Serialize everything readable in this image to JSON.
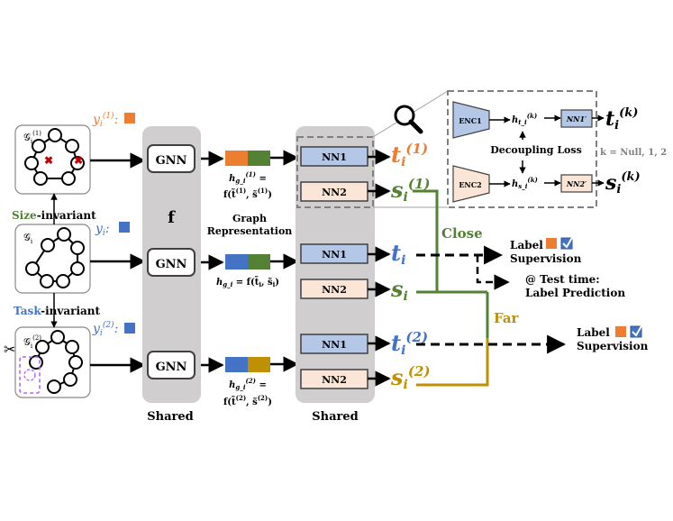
{
  "inputs": {
    "graph1_label": "𝒢",
    "graph1_sub": "i",
    "graph1_sup": "(1)",
    "graph0_label": "𝒢",
    "graph0_sub": "i",
    "graph2_label": "𝒢",
    "graph2_sub": "i",
    "graph2_sup": "(2)",
    "size_invariant_word": "Size",
    "task_invariant_word": "Task",
    "invariant_suffix": "-invariant",
    "y1_label": "y",
    "y1_sub": "i",
    "y1_sup": "(1)",
    "y0_label": "y",
    "y0_sub": "i",
    "y2_label": "y",
    "y2_sub": "i",
    "y2_sup": "(2)",
    "y_colon": ":"
  },
  "encoder": {
    "gnn_label": "GNN",
    "f_label": "f",
    "shared_label": "Shared"
  },
  "representation": {
    "caption_line1": "Graph",
    "caption_line2": "Representation",
    "h1_line1": "h",
    "h1_sub": "g_i",
    "h1_sup": "(1)",
    "h1_eq": "=",
    "h1_line2": "f(t̃",
    "h1_line2_sup_a": "(1)",
    "h1_line2_mid": ", s̃",
    "h1_line2_sup_b": "(1)",
    "h1_line2_end": ")",
    "h0_text": "h",
    "h0_sub": "g_i",
    "h0_eq": " = f(t̃",
    "h0_i": "i",
    "h0_mid": ", s̃",
    "h0_end": ")",
    "h2_line1": "h",
    "h2_sub": "g_i",
    "h2_sup": "(2)",
    "h2_eq": "=",
    "h2_line2": "f(t̃",
    "h2_line2_sup_a": "(2)",
    "h2_line2_mid": ", s̃",
    "h2_line2_sup_b": "(2)",
    "h2_line2_end": ")"
  },
  "heads": {
    "nn1_label": "NN1",
    "nn2_label": "NN2",
    "shared_label": "Shared"
  },
  "outputs": {
    "t": "t",
    "s": "s",
    "sub": "i",
    "sup1": "(1)",
    "sup2": "(2)"
  },
  "decoupling": {
    "enc1": "ENC1",
    "enc2": "ENC2",
    "nn1prime": "NN1′",
    "nn2prime": "NN2′",
    "h_t": "h",
    "h_t_sub": "t_i",
    "h_t_sup": "(k)",
    "h_s": "h",
    "h_s_sub": "s_i",
    "h_s_sup": "(k)",
    "loss_label": "Decoupling Loss",
    "t_out": "t",
    "s_out": "s",
    "out_sub": "i",
    "out_sup": "(k)",
    "k_note": "k = Null, 1, 2"
  },
  "relations": {
    "close": "Close",
    "far": "Far",
    "label1": "Label",
    "supervision1": "Supervision",
    "test_time": "@ Test time:",
    "label_prediction": "Label Prediction",
    "label2": "Label",
    "supervision2": "Supervision"
  },
  "colors": {
    "orange": "#ed7d31",
    "green": "#548235",
    "blue": "#4472c4",
    "gold": "#bf9000",
    "purple": "#b266ff",
    "panel": "#d0cece",
    "nn1_fill": "#b4c7e7",
    "nn2_fill": "#fbe5d6",
    "box_border": "#404040"
  },
  "icons": [
    "magnifier-icon",
    "scissors-icon",
    "checkbox-icon",
    "cross-mark-icon"
  ]
}
